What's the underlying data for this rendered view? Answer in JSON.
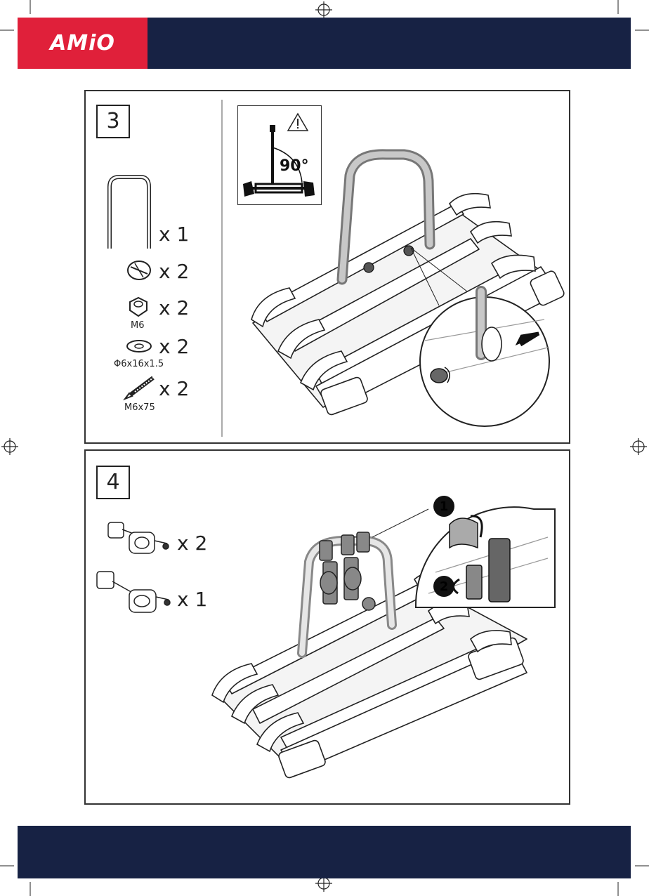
{
  "brand": {
    "logo_text": "AMiO",
    "logo_color": "#e0203a",
    "band_color": "#172244"
  },
  "step3": {
    "number": "3",
    "parts": [
      {
        "icon": "u-bar-icon",
        "qty": "x 1",
        "caption": ""
      },
      {
        "icon": "knob-icon",
        "qty": "x 2",
        "caption": ""
      },
      {
        "icon": "nut-icon",
        "qty": "x 2",
        "caption": "M6"
      },
      {
        "icon": "washer-icon",
        "qty": "x 2",
        "caption": "Φ6x16x1.5"
      },
      {
        "icon": "bolt-icon",
        "qty": "x 2",
        "caption": "M6x75"
      }
    ],
    "warning": {
      "angle": "90°"
    }
  },
  "step4": {
    "number": "4",
    "parts": [
      {
        "icon": "short-arm-holder-icon",
        "qty": "x 2"
      },
      {
        "icon": "long-arm-holder-icon",
        "qty": "x 1"
      }
    ],
    "callouts": [
      "1",
      "2"
    ]
  }
}
